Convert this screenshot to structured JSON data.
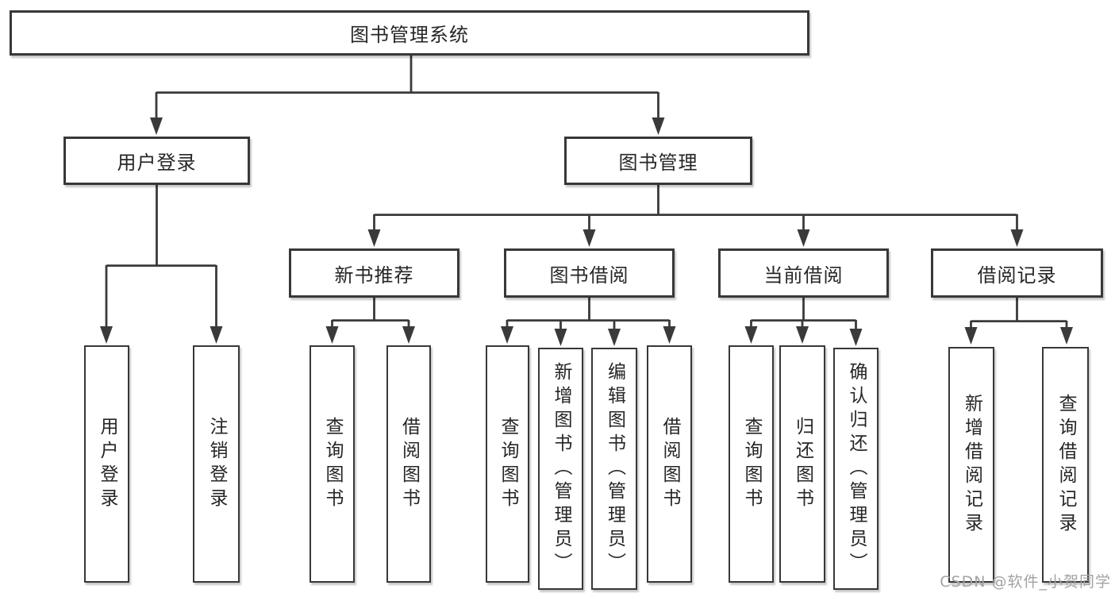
{
  "tree": {
    "root": "图书管理系统",
    "branches": [
      {
        "label": "用户登录",
        "children": [
          "用户登录",
          "注销登录"
        ]
      },
      {
        "label": "图书管理",
        "sections": [
          {
            "label": "新书推荐",
            "children": [
              "查询图书",
              "借阅图书"
            ]
          },
          {
            "label": "图书借阅",
            "children": [
              "查询图书",
              "新增图书（管理员）",
              "编辑图书（管理员）",
              "借阅图书"
            ]
          },
          {
            "label": "当前借阅",
            "children": [
              "查询图书",
              "归还图书",
              "确认归还（管理员）"
            ]
          },
          {
            "label": "借阅记录",
            "children": [
              "新增借阅记录",
              "查询借阅记录"
            ]
          }
        ]
      }
    ],
    "watermark": "CSDN @软件_小贺同学",
    "colors": {
      "line": "#3a3a3a",
      "border": "#383838",
      "text": "#262626",
      "background": "#ffffff",
      "watermark": "#a3a3a3"
    }
  }
}
